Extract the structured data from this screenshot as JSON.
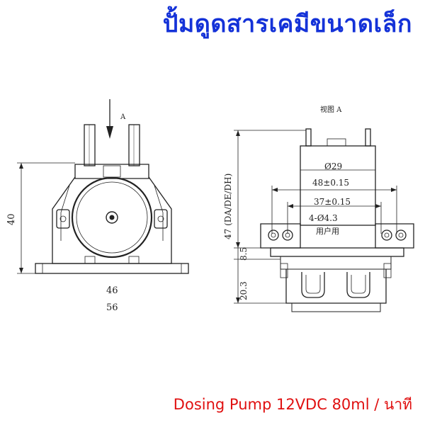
{
  "header": {
    "title": "ปั้มดูดสารเคมีขนาดเล็ก"
  },
  "footer": {
    "caption": "Dosing Pump 12VDC 80ml / นาที"
  },
  "colors": {
    "title": "#1432d8",
    "caption": "#e01010",
    "line": "#222222"
  },
  "front_view": {
    "arrow_label": "A",
    "height_label": "40",
    "width_inner_label": "46",
    "width_outer_label": "56"
  },
  "side_view": {
    "view_label": "视图 A",
    "height_label": "47 (DA/DE/DH)",
    "dia_label": "Ø29",
    "dim1_label": "48±0.15",
    "dim2_label": "37±0.15",
    "hole_label": "4-Ø4.3",
    "note_label": "用户用",
    "dim_v1_label": "8.5",
    "dim_v2_label": "20.3"
  }
}
